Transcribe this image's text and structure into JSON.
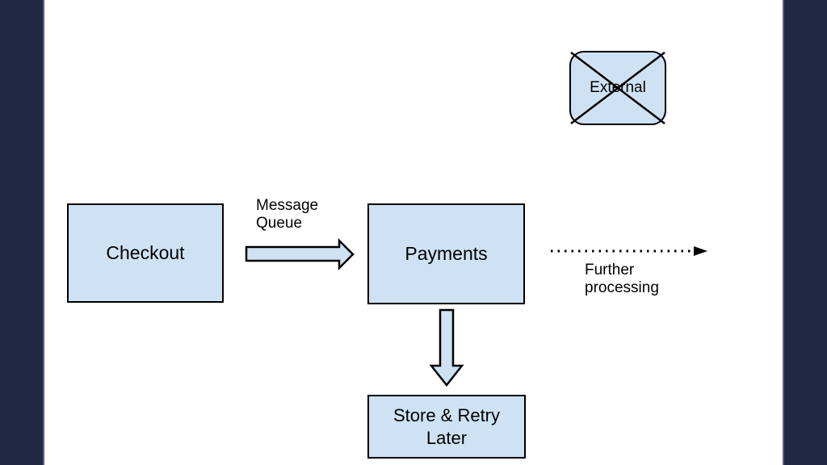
{
  "slide": {
    "colors": {
      "sidebar": "#222843",
      "sidebar_edge": "#5a6186",
      "background": "#ffffff",
      "node_fill": "#cfe2f3",
      "node_border": "#000000",
      "text": "#000000"
    }
  },
  "diagram": {
    "checkout": {
      "label": "Checkout"
    },
    "payments": {
      "label": "Payments"
    },
    "store_retry": {
      "label": "Store & Retry\nLater"
    },
    "external": {
      "label": "External"
    },
    "message_queue": {
      "label": "Message\nQueue"
    },
    "further_processing": {
      "label": "Further\nprocessing"
    }
  }
}
